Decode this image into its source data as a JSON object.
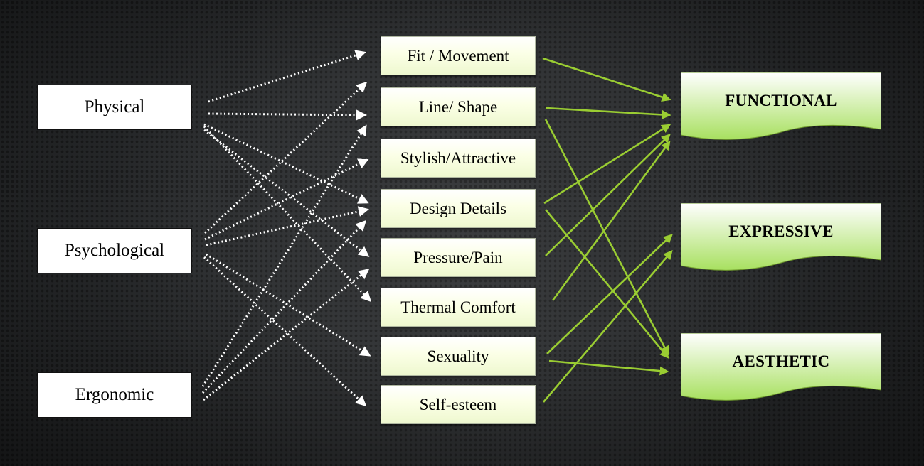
{
  "sources": [
    "Physical",
    "Psychological",
    "Ergonomic"
  ],
  "attributes": [
    "Fit / Movement",
    "Line/ Shape",
    "Stylish/Attractive",
    "Design Details",
    "Pressure/Pain",
    "Thermal Comfort",
    "Sexuality",
    "Self-esteem"
  ],
  "outcomes": [
    "FUNCTIONAL",
    "EXPRESSIVE",
    "AESTHETIC"
  ],
  "colors": {
    "dotted_arrow": "#ffffff",
    "solid_arrow": "#9acd32",
    "outcome_fill_top": "#ffffff",
    "outcome_fill_bottom": "#a8e060",
    "background": "#2b2d2f"
  }
}
